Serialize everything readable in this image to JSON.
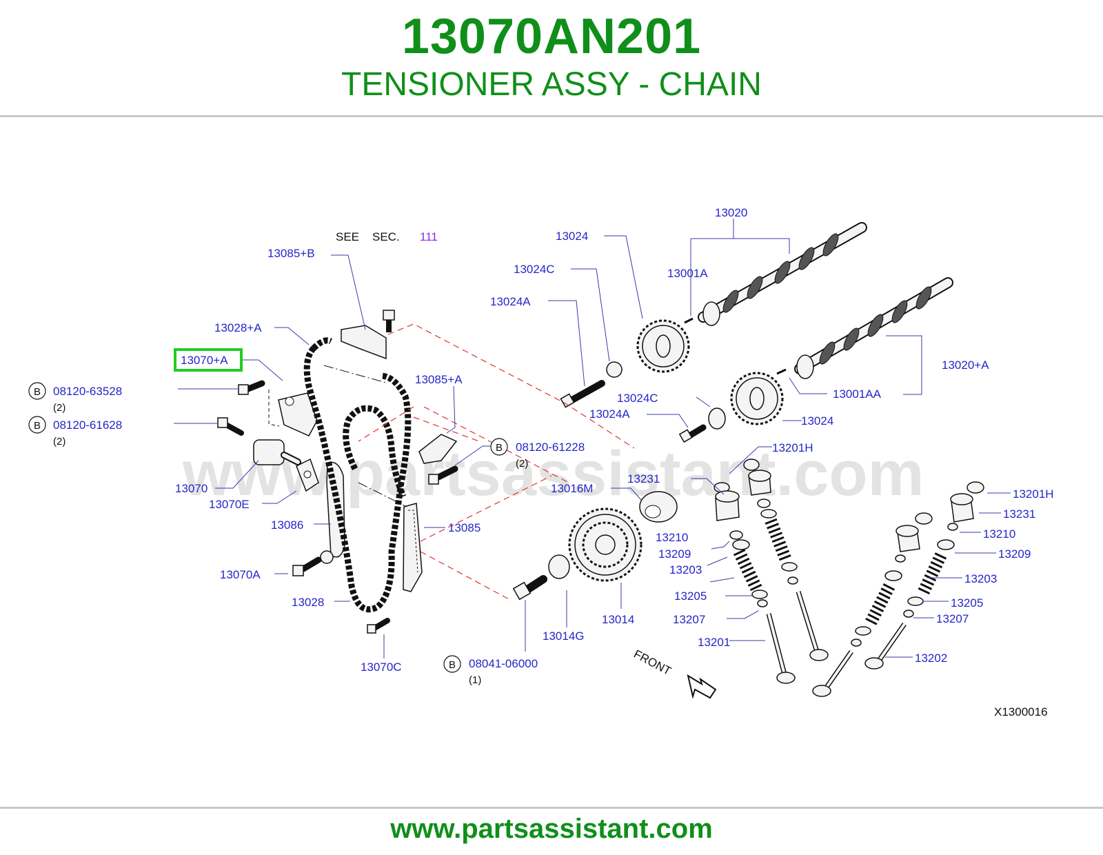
{
  "header": {
    "part_number": "13070AN201",
    "part_name": "TENSIONER ASSY - CHAIN"
  },
  "footer": {
    "url": "www.partsassistant.com"
  },
  "watermark": "www.partsassistant.com",
  "colors": {
    "title_green": "#0f8f1a",
    "label_blue": "#2525c8",
    "highlight_green": "#22cc22",
    "dashed_red": "#e03030"
  },
  "diagram": {
    "see": "SEE",
    "sec": "SEC.",
    "sec_num": "111",
    "front": "FRONT",
    "code": "X1300016",
    "b_marker": "B",
    "highlighted": "13070+A",
    "labels": {
      "l13020": "13020",
      "l13024_top": "13024",
      "l13024c_top": "13024C",
      "l13001a": "13001A",
      "l13024a_top": "13024A",
      "l13085b": "13085+B",
      "l13028a": "13028+A",
      "l13070a_plus": "13070+A",
      "b1_num": "08120-63528",
      "b1_qty": "(2)",
      "b2_num": "08120-61628",
      "b2_qty": "(2)",
      "l13085a_plus": "13085+A",
      "l13024c_mid": "13024C",
      "l13024a_mid": "13024A",
      "l13024_mid": "13024",
      "l13020a": "13020+A",
      "l13001aa": "13001AA",
      "b3_num": "08120-61228",
      "b3_qty": "(2)",
      "l13201h_a": "13201H",
      "l13231_a": "13231",
      "l13016m": "13016M",
      "l13070": "13070",
      "l13070e": "13070E",
      "l13086": "13086",
      "l13085": "13085",
      "l13070a": "13070A",
      "l13028": "13028",
      "l13070c": "13070C",
      "l13014g": "13014G",
      "l13014": "13014",
      "b4_num": "08041-06000",
      "b4_qty": "(1)",
      "l13210_a": "13210",
      "l13209_a": "13209",
      "l13203_a": "13203",
      "l13205_a": "13205",
      "l13207_a": "13207",
      "l13201": "13201",
      "l13201h_b": "13201H",
      "l13231_b": "13231",
      "l13210_b": "13210",
      "l13209_b": "13209",
      "l13203_b": "13203",
      "l13205_b": "13205",
      "l13207_b": "13207",
      "l13202": "13202"
    }
  }
}
